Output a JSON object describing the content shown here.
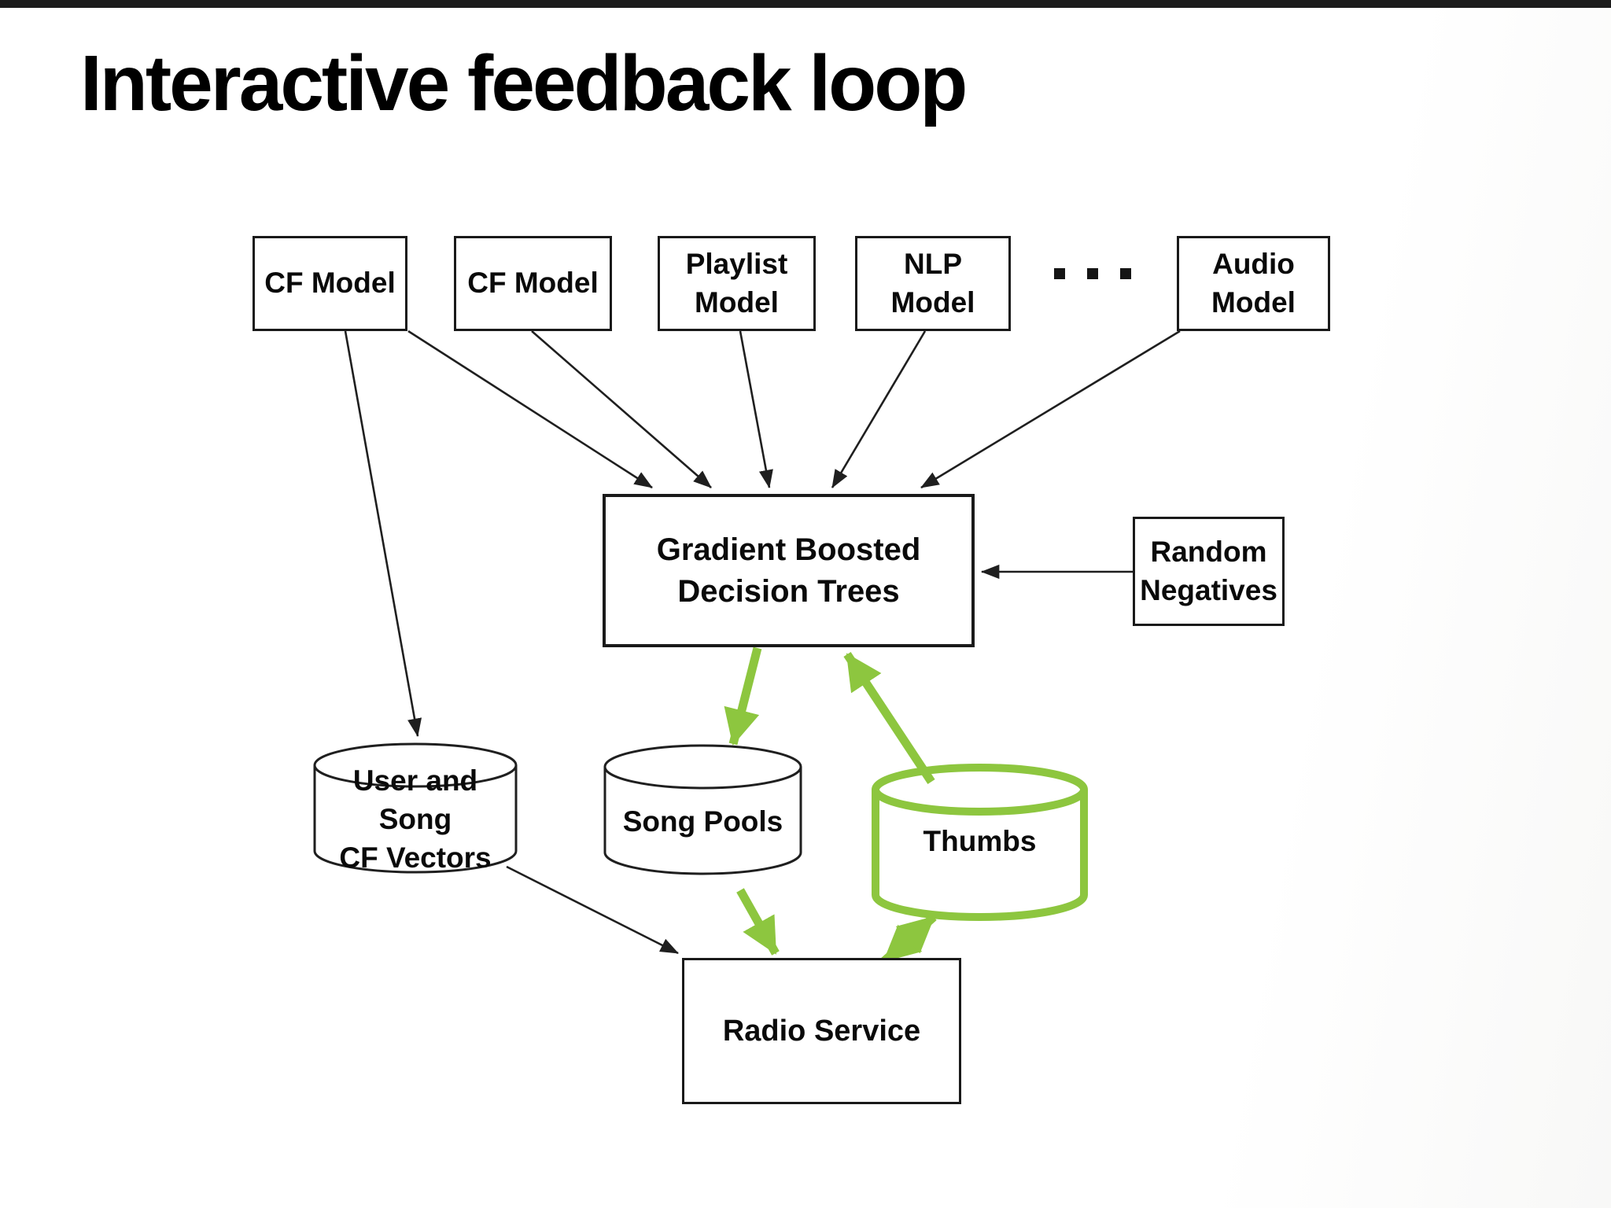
{
  "slide": {
    "title": "Interactive feedback loop",
    "colors": {
      "accent_green": "#8DC63F",
      "line_black": "#1f1f1f",
      "top_bar": "#1c1c1c",
      "background": "#ffffff"
    },
    "nodes": {
      "cf_model_1": {
        "label": "CF Model"
      },
      "cf_model_2": {
        "label": "CF Model"
      },
      "playlist_model": {
        "line1": "Playlist",
        "line2": "Model"
      },
      "nlp_model": {
        "line1": "NLP",
        "line2": "Model"
      },
      "ellipsis": {
        "label": "..."
      },
      "audio_model": {
        "line1": "Audio",
        "line2": "Model"
      },
      "gbdt": {
        "line1": "Gradient Boosted",
        "line2": "Decision Trees"
      },
      "random_negatives": {
        "line1": "Random",
        "line2": "Negatives"
      },
      "user_song_cf_vectors": {
        "line1": "User and Song",
        "line2": "CF Vectors"
      },
      "song_pools": {
        "label": "Song Pools"
      },
      "thumbs": {
        "label": "Thumbs"
      },
      "radio_service": {
        "label": "Radio Service"
      }
    },
    "edges": [
      {
        "from": "CF Model (1)",
        "to": "Gradient Boosted Decision Trees",
        "color": "black"
      },
      {
        "from": "CF Model (2)",
        "to": "Gradient Boosted Decision Trees",
        "color": "black"
      },
      {
        "from": "Playlist Model",
        "to": "Gradient Boosted Decision Trees",
        "color": "black"
      },
      {
        "from": "NLP Model",
        "to": "Gradient Boosted Decision Trees",
        "color": "black"
      },
      {
        "from": "Audio Model",
        "to": "Gradient Boosted Decision Trees",
        "color": "black"
      },
      {
        "from": "Random Negatives",
        "to": "Gradient Boosted Decision Trees",
        "color": "black"
      },
      {
        "from": "CF Model (1)",
        "to": "User and Song CF Vectors",
        "color": "black"
      },
      {
        "from": "User and Song CF Vectors",
        "to": "Radio Service",
        "color": "black"
      },
      {
        "from": "Gradient Boosted Decision Trees",
        "to": "Song Pools",
        "color": "green"
      },
      {
        "from": "Thumbs",
        "to": "Gradient Boosted Decision Trees",
        "color": "green"
      },
      {
        "from": "Song Pools",
        "to": "Radio Service",
        "color": "green"
      },
      {
        "from": "Radio Service",
        "to": "Thumbs",
        "color": "green",
        "bidirectional": true
      }
    ]
  }
}
